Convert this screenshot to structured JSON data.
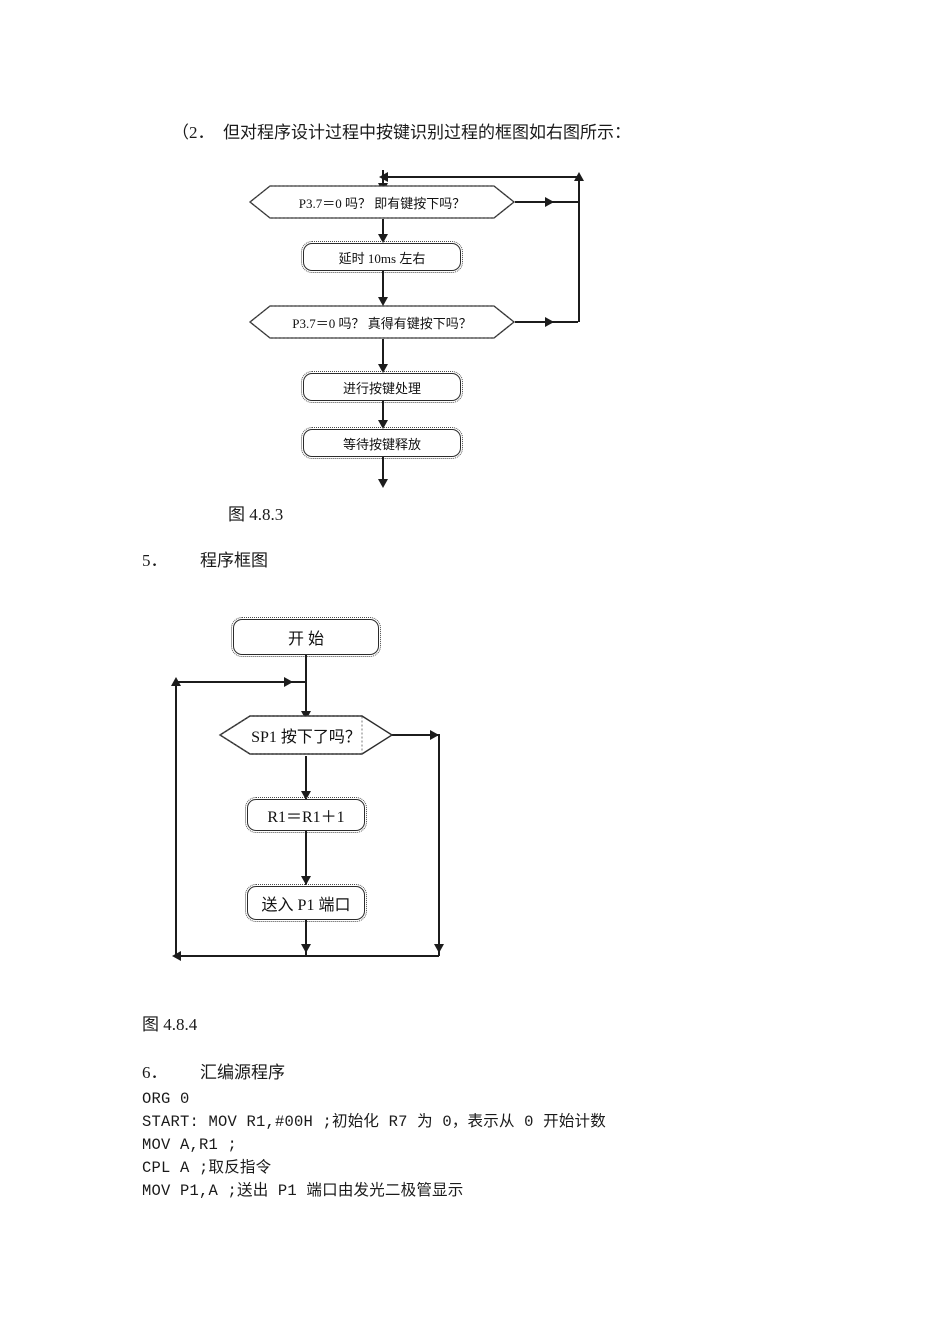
{
  "document": {
    "intro_line": "（2．  但对程序设计过程中按键识别过程的框图如右图所示："
  },
  "figure_1": {
    "caption": "图 4.8.3",
    "nodes": {
      "decision_1": "P3.7＝0 吗？ 即有键按下吗？",
      "process_delay": "延时 10ms 左右",
      "decision_2": "P3.7＝0 吗？ 真得有键按下吗？",
      "process_handle": "进行按键处理",
      "process_wait": "等待按键释放"
    }
  },
  "section_5": {
    "number": "5．",
    "title": "程序框图"
  },
  "figure_2": {
    "caption": "图 4.8.4",
    "nodes": {
      "start": "开  始",
      "decision": "SP1 按下了吗？",
      "increment": "R1＝R1＋1",
      "output": "送入 P1 端口"
    }
  },
  "section_6": {
    "number": "6．",
    "title": "汇编源程序",
    "code_lines": [
      "ORG 0",
      "START: MOV R1,#00H ;初始化 R7 为 0，表示从 0 开始计数",
      "MOV A,R1 ;",
      "CPL A ;取反指令",
      "MOV P1,A ;送出 P1 端口由发光二极管显示"
    ]
  },
  "colors": {
    "ink": "#1a1a1a",
    "line": "#1c1c1c",
    "paper": "#ffffff"
  }
}
